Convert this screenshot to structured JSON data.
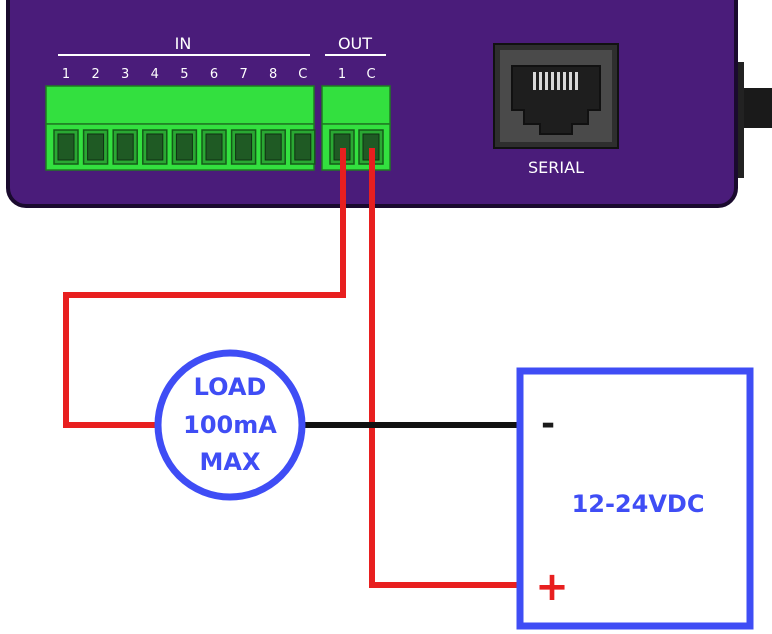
{
  "device": {
    "in_header": "IN",
    "in_pins": [
      "1",
      "2",
      "3",
      "4",
      "5",
      "6",
      "7",
      "8",
      "C"
    ],
    "out_header": "OUT",
    "out_pins": [
      "1",
      "C"
    ],
    "serial_label": "SERIAL"
  },
  "load": {
    "line1": "LOAD",
    "line2": "100mA",
    "line3": "MAX"
  },
  "supply": {
    "label": "12-24VDC",
    "minus": "-",
    "plus": "+"
  },
  "colors": {
    "device_body": "#4a1c7a",
    "terminal_green": "#33e03f",
    "wire_red": "#e81f1f",
    "wire_black": "#111111",
    "load_blue": "#3f4df5",
    "supply_blue": "#3f4df5",
    "rj45_body": "#4a4a4a"
  }
}
